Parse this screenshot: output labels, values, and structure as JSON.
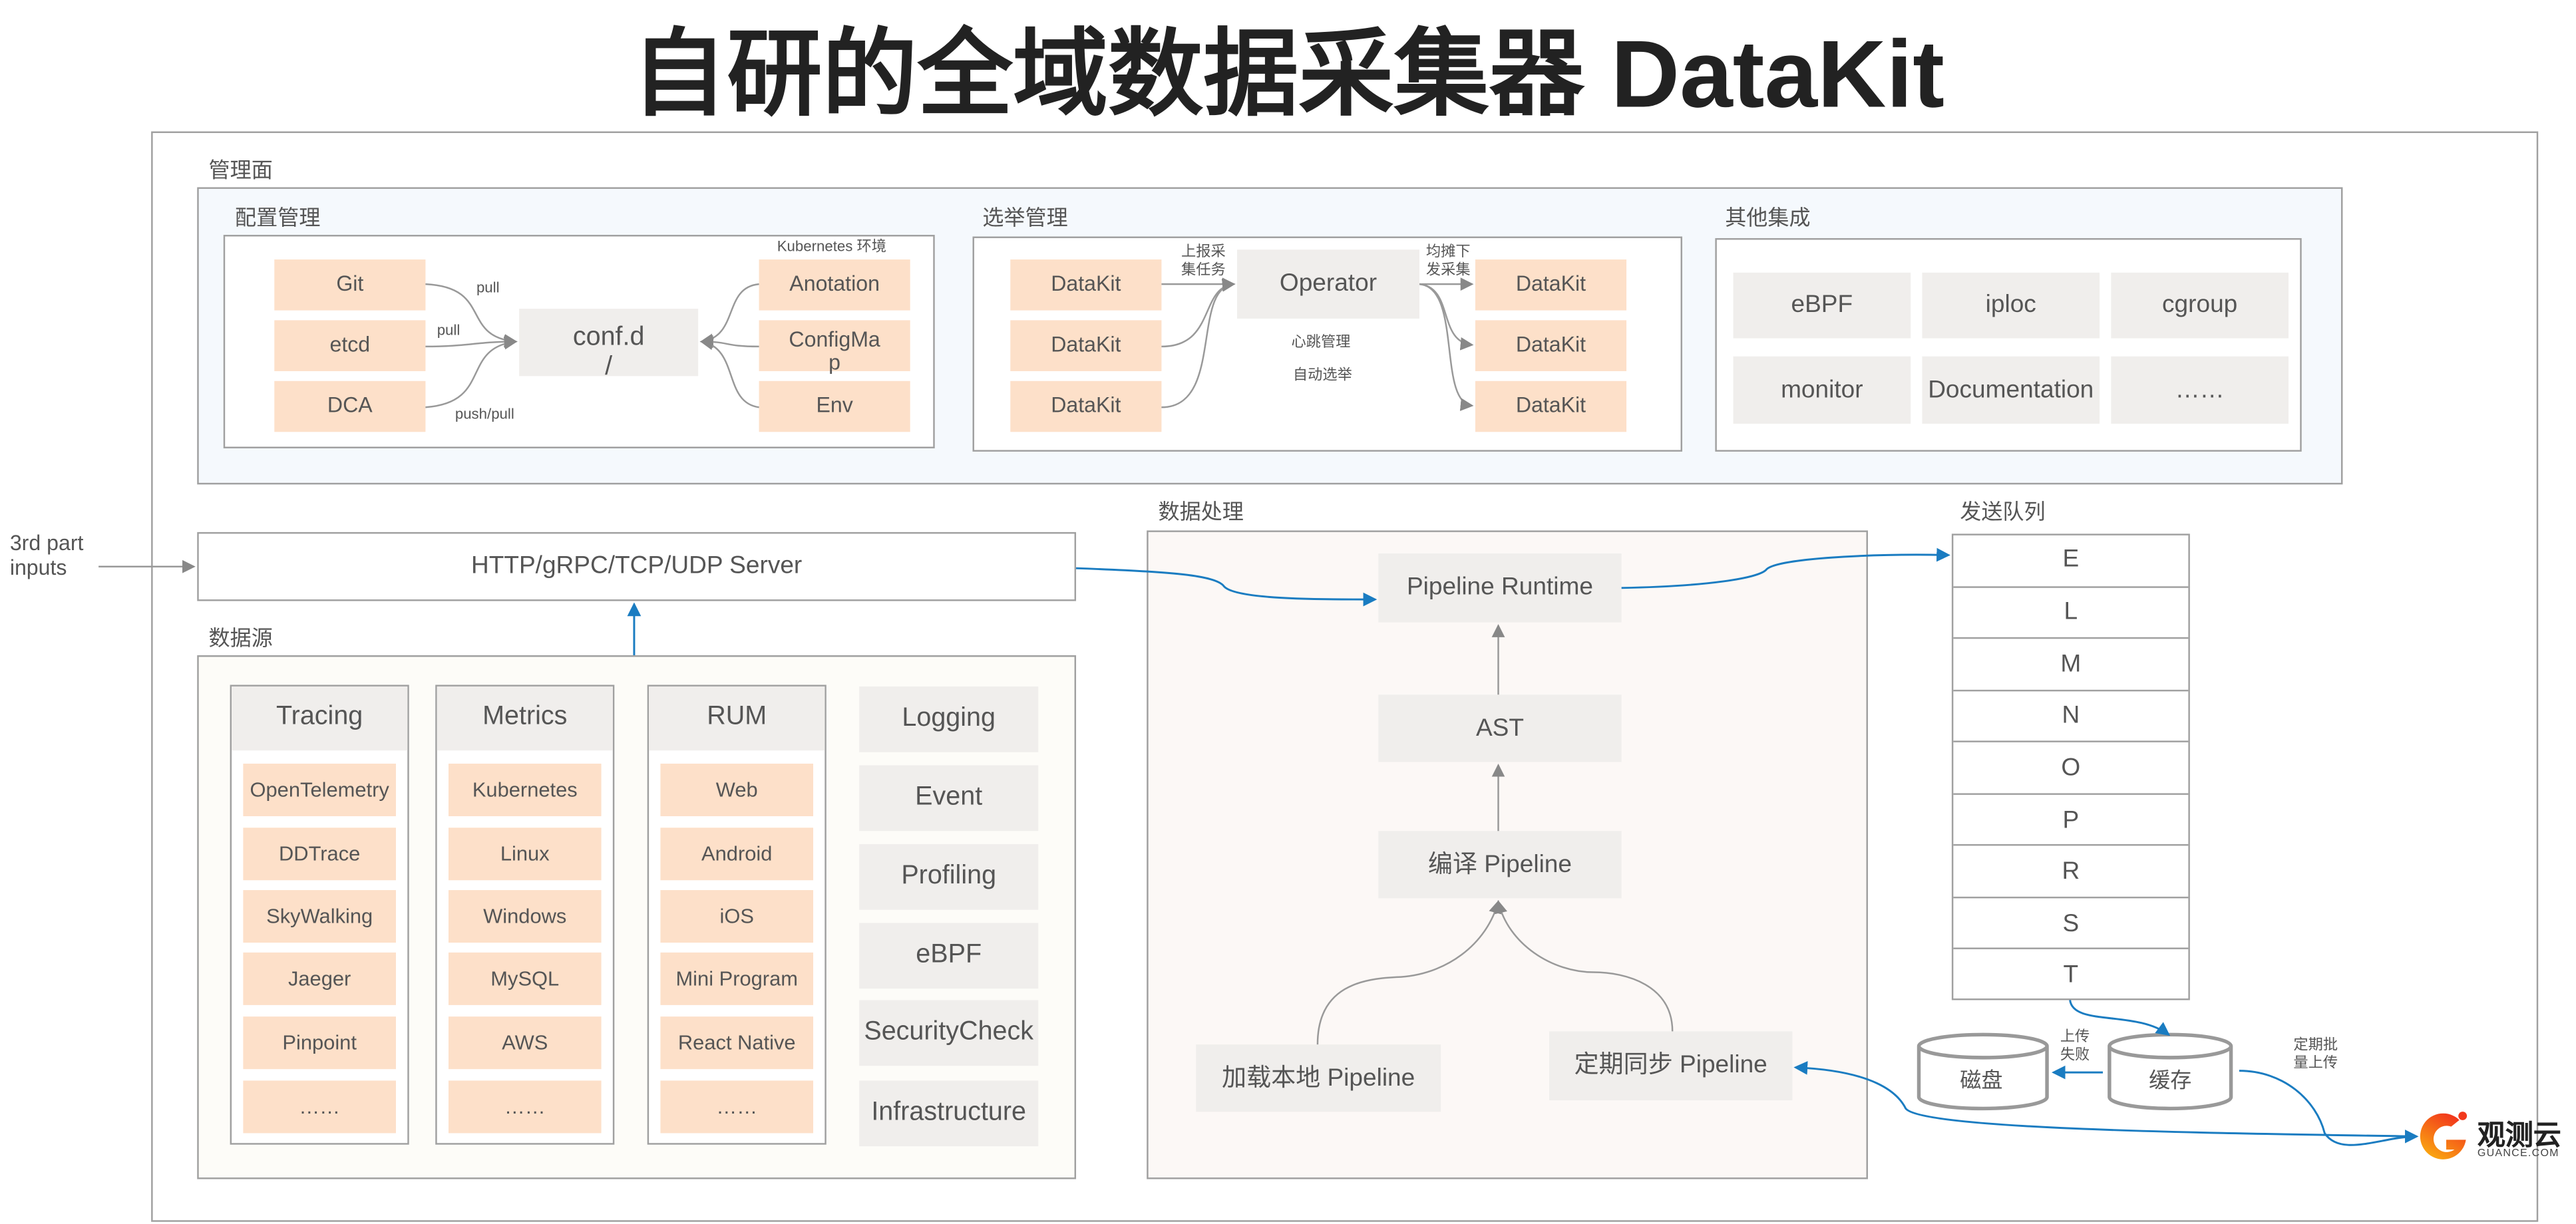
{
  "title": "自研的全域数据采集器 DataKit",
  "management": {
    "label": "管理面",
    "config": {
      "label": "配置管理",
      "k8s_label": "Kubernetes 环境",
      "sources": [
        "Git",
        "etcd",
        "DCA"
      ],
      "edge_labels": [
        "pull",
        "pull",
        "push/pull"
      ],
      "target": "conf.d\n/",
      "k8s_sources": [
        "Anotation",
        "ConfigMa\np",
        "Env"
      ]
    },
    "election": {
      "label": "选举管理",
      "left": [
        "DataKit",
        "DataKit",
        "DataKit"
      ],
      "report_label": "上报采\n集任务",
      "operator": "Operator",
      "dispatch_label": "均摊下\n发采集",
      "heartbeat": "心跳管理",
      "auto_elect": "自动选举",
      "right": [
        "DataKit",
        "DataKit",
        "DataKit"
      ]
    },
    "other": {
      "label": "其他集成",
      "items": [
        "eBPF",
        "iploc",
        "cgroup",
        "monitor",
        "Documentation",
        "……"
      ]
    }
  },
  "inputs_label": "3rd part\ninputs",
  "server": "HTTP/gRPC/TCP/UDP Server",
  "datasource": {
    "label": "数据源",
    "columns": [
      {
        "title": "Tracing",
        "items": [
          "OpenTelemetry",
          "DDTrace",
          "SkyWalking",
          "Jaeger",
          "Pinpoint",
          "……"
        ]
      },
      {
        "title": "Metrics",
        "items": [
          "Kubernetes",
          "Linux",
          "Windows",
          "MySQL",
          "AWS",
          "……"
        ]
      },
      {
        "title": "RUM",
        "items": [
          "Web",
          "Android",
          "iOS",
          "Mini Program",
          "React Native",
          "……"
        ]
      }
    ],
    "standalone": [
      "Logging",
      "Event",
      "Profiling",
      "eBPF",
      "SecurityCheck",
      "Infrastructure"
    ]
  },
  "processing": {
    "label": "数据处理",
    "runtime": "Pipeline Runtime",
    "ast": "AST",
    "compile": "编译 Pipeline",
    "load_local": "加载本地 Pipeline",
    "sync": "定期同步 Pipeline"
  },
  "queue": {
    "label": "发送队列",
    "items": [
      "E",
      "L",
      "M",
      "N",
      "O",
      "P",
      "R",
      "S",
      "T"
    ]
  },
  "storage": {
    "disk": "磁盘",
    "cache": "缓存",
    "fail_label": "上传\n失败",
    "batch_label": "定期批\n量上传"
  },
  "logo": {
    "name": "观测云",
    "domain": "GUANCE.COM"
  },
  "colors": {
    "peach": "#fde0c9",
    "gray_box": "#f0eeec",
    "flow_blue": "#1a7cc1",
    "panel_bg": "#f5f9fd",
    "logo_orange": "#f25a1d"
  }
}
